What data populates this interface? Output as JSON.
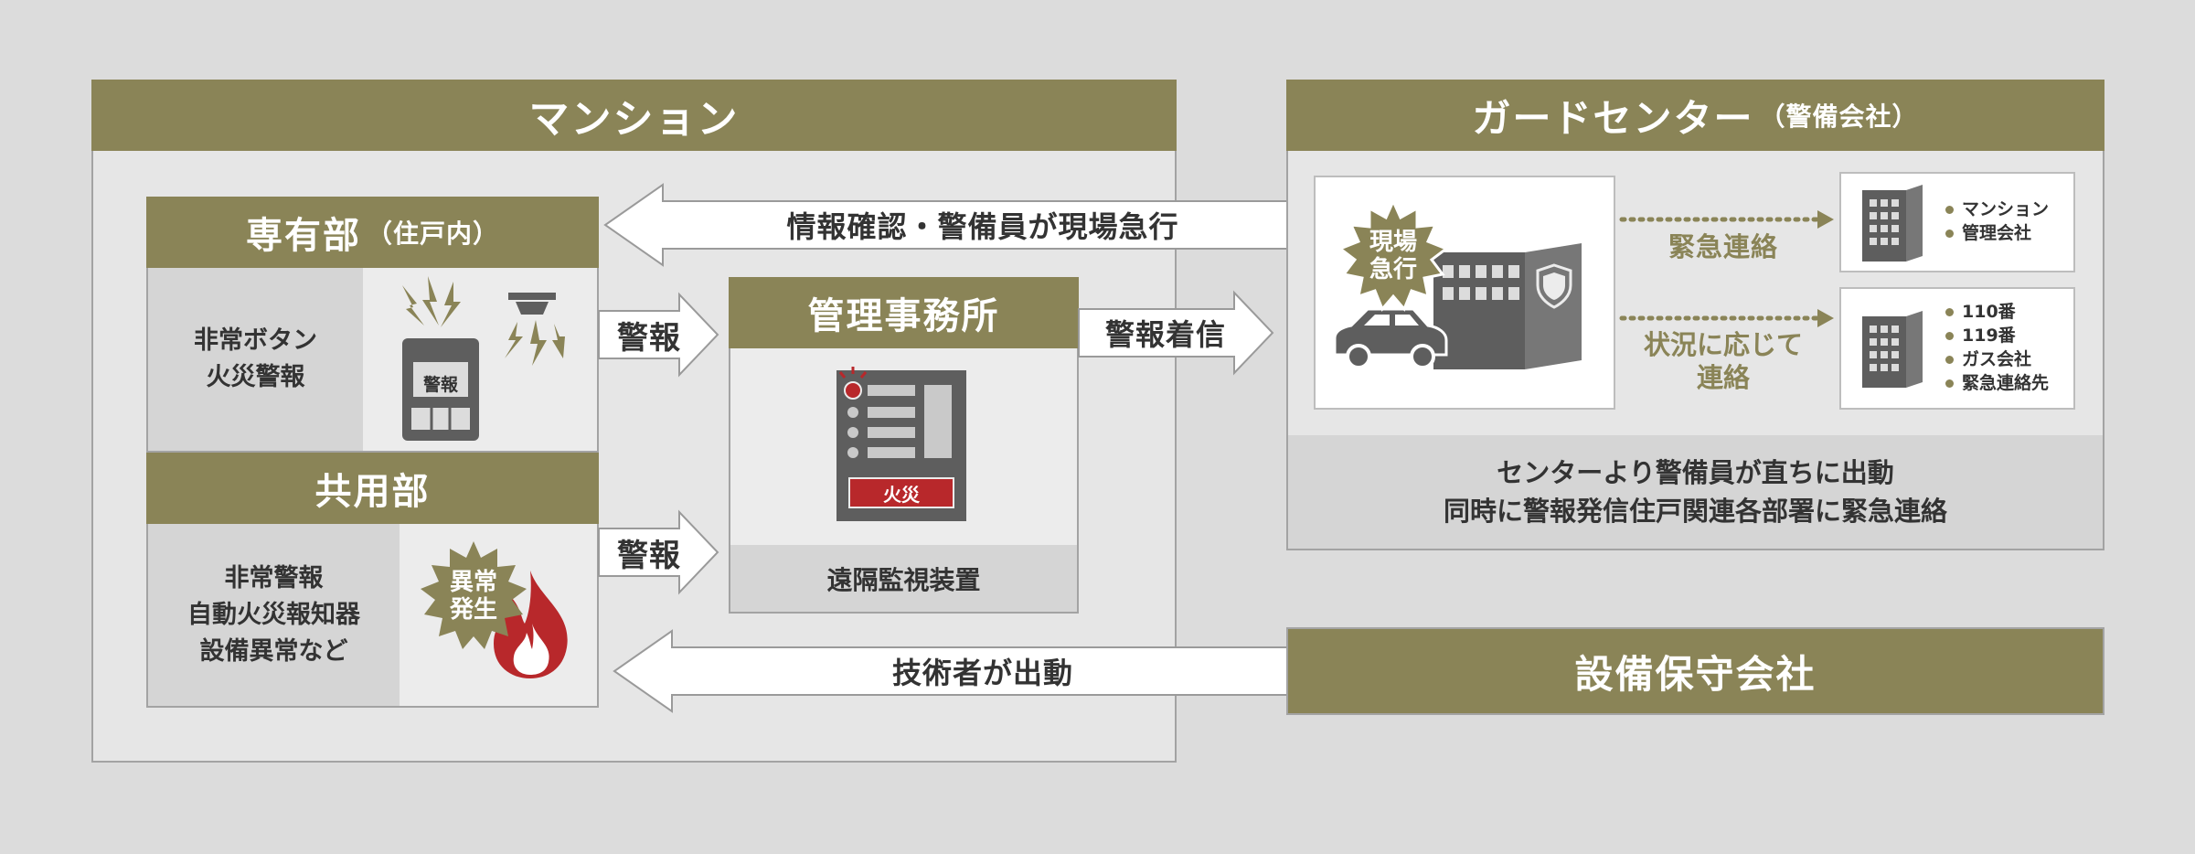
{
  "mansion": {
    "title": "マンション",
    "senyu": {
      "title": "専有部",
      "title_sub": "（住戸内）",
      "items": [
        "非常ボタン",
        "火災警報"
      ],
      "device_label": "警報"
    },
    "kyoyo": {
      "title": "共用部",
      "items": [
        "非常警報",
        "自動火災報知器",
        "設備異常など"
      ],
      "badge": [
        "異常",
        "発生"
      ]
    },
    "office": {
      "title": "管理事務所",
      "panel_label": "火災",
      "caption": "遠隔監視装置"
    }
  },
  "arrows": {
    "info_confirm": "情報確認・警備員が現場急行",
    "keiho_1": "警報",
    "keiho_2": "警報",
    "keiho_chakushin": "警報着信",
    "technician": "技術者が出動"
  },
  "guard": {
    "title": "ガードセンター",
    "title_sub": "（警備会社）",
    "badge": [
      "現場",
      "急行"
    ],
    "urgent_contact": "緊急連絡",
    "situational": [
      "状況に応じて",
      "連絡"
    ],
    "contacts_1": [
      "マンション",
      "管理会社"
    ],
    "contacts_2": [
      "110番",
      "119番",
      "ガス会社",
      "緊急連絡先"
    ],
    "footer": [
      "センターより警備員が直ちに出動",
      "同時に警報発信住戸関連各部署に緊急連絡"
    ]
  },
  "maintenance": {
    "title": "設備保守会社"
  },
  "colors": {
    "olive": "#8a8457",
    "dark_grey": "#5e5e5e",
    "red": "#b8282b",
    "background": "#dcdcdc"
  }
}
